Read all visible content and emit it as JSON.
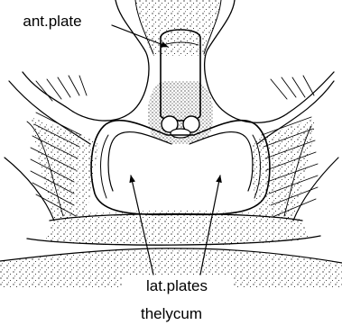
{
  "figure": {
    "labels": {
      "anterior_plate": "ant.plate",
      "lateral_plates": "lat.plates",
      "caption": "thelycum"
    }
  }
}
